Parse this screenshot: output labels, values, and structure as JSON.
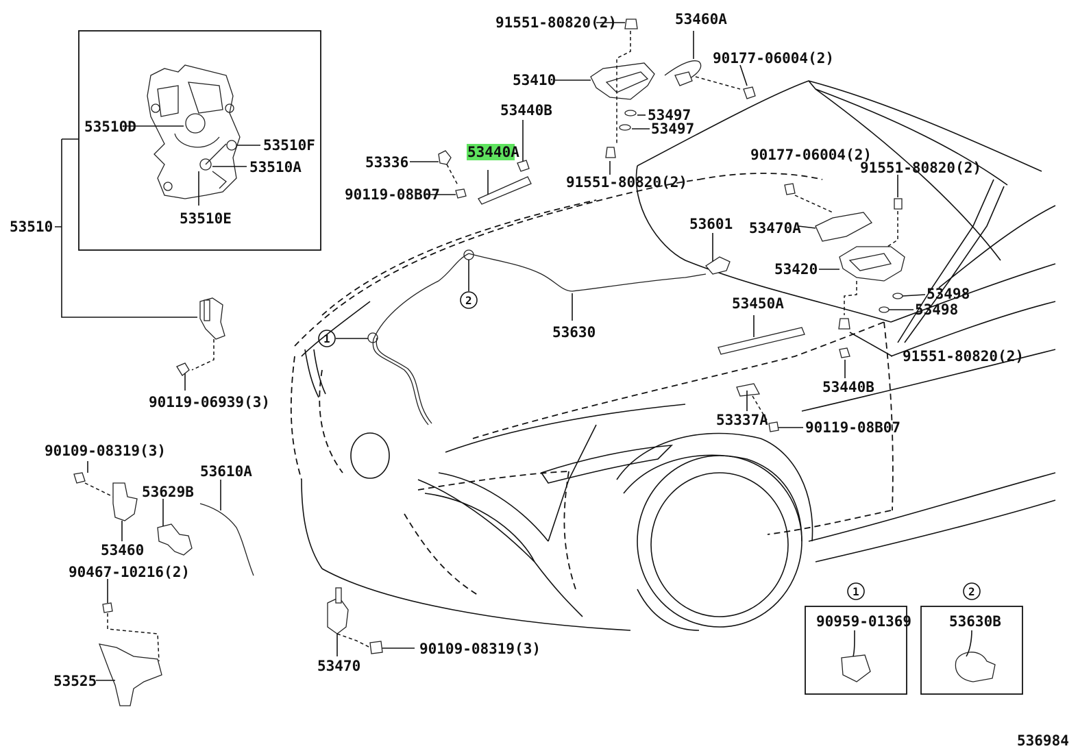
{
  "labels": {
    "p91551_top": "91551-80820(2)",
    "p53460a": "53460A",
    "p90177_top": "90177-06004(2)",
    "p53410": "53410",
    "p53497a": "53497",
    "p53497b": "53497",
    "p53440b_top": "53440B",
    "p53440a": "53440A",
    "p53336": "53336",
    "p90119_08b07_left": "90119-08B07",
    "p91551_mid": "91551-80820(2)",
    "p90177_mid": "90177-06004(2)",
    "p91551_right": "91551-80820(2)",
    "p53470a": "53470A",
    "p53601": "53601",
    "p53420": "53420",
    "p53498a": "53498",
    "p53498b": "53498",
    "p53450a": "53450A",
    "p53630": "53630",
    "p91551_low": "91551-80820(2)",
    "p53440b_low": "53440B",
    "p53337a": "53337A",
    "p90119_08b07_right": "90119-08B07",
    "p53510d": "53510D",
    "p53510f": "53510F",
    "p53510a": "53510A",
    "p53510e": "53510E",
    "p53510": "53510",
    "p90119_06939": "90119-06939(3)",
    "p90109_left": "90109-08319(3)",
    "p53610a": "53610A",
    "p53629b": "53629B",
    "p53460": "53460",
    "p90467": "90467-10216(2)",
    "p53525": "53525",
    "p53470": "53470",
    "p90109_bottom": "90109-08319(3)",
    "p90959": "90959-01369",
    "p53630b": "53630B",
    "callout1": "1",
    "callout2": "2",
    "inset1_num": "1",
    "inset2_num": "2",
    "diagram_code": "536984"
  },
  "colors": {
    "highlight": "#5fe35f",
    "line": "#111111"
  },
  "highlighted_part": "53440A"
}
